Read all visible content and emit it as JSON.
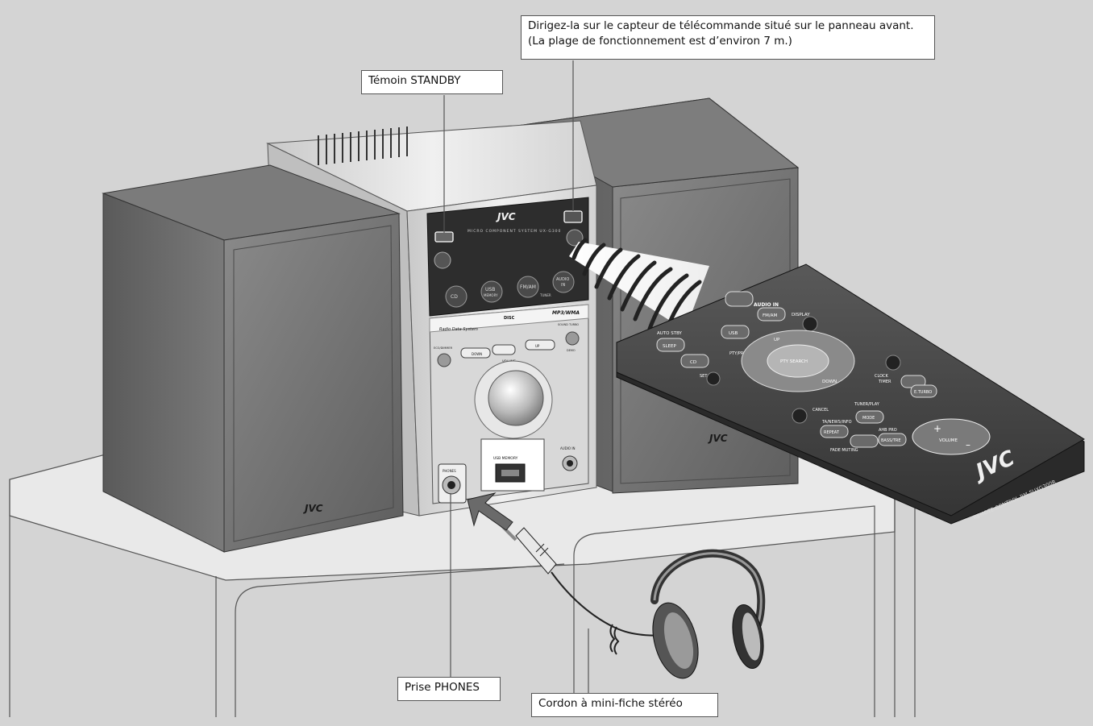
{
  "callouts": {
    "standby": "Témoin STANDBY",
    "remote_sensor": "Dirigez-la sur le capteur de télécommande situé sur le panneau avant. (La plage de fonctionnement est d’environ 7 m.)",
    "phones": "Prise PHONES",
    "cord": "Cordon à mini-fiche stéréo"
  },
  "unit": {
    "brand": "JVC",
    "model_line": "MICRO COMPONENT SYSTEM UX-G300",
    "buttons": {
      "cd": "CD",
      "usb": "USB",
      "usb_sub": "MEMORY",
      "fmam": "FM/AM",
      "audio_in": "AUDIO",
      "audio_in_sub": "IN",
      "tuner": "TUNER"
    },
    "labels": {
      "mp3": "MP3/WMA",
      "rds": "Radio Data System",
      "cd_logo": "DISC",
      "eco": "ECO/DIMMER",
      "sound_turbo": "SOUND TURBO",
      "demo": "DEMO",
      "down": "DOWN",
      "up": "UP",
      "volume": "VOLUME",
      "usb_memory": "USB MEMORY",
      "audio_in_jack": "AUDIO IN",
      "phones_jack": "PHONES"
    }
  },
  "speaker_brand": "JVC",
  "remote": {
    "brand": "JVC",
    "model": "REMOTE CONTROL RM-SUXG300R",
    "keys": {
      "audio_in": "AUDIO IN",
      "fmam": "FM/AM",
      "display": "DISPLAY",
      "auto_stby": "AUTO STBY",
      "sleep": "SLEEP",
      "usb": "USB",
      "cd": "CD",
      "pty": "PTY/PRESET/GROUP",
      "pty_search": "PTY SEARCH",
      "up": "UP",
      "down": "DOWN",
      "set": "SET",
      "clock": "CLOCK",
      "timer": "TIMER",
      "eturbo": "E.TURBO",
      "cancel": "CANCEL",
      "ta": "TA/NEWS/INFO",
      "tuner_play": "TUNER/PLAY",
      "repeat": "REPEAT",
      "mode": "MODE",
      "ahb": "AHB PRO",
      "bass": "BASS/TRE",
      "fade": "FADE MUTING",
      "volume": "VOLUME"
    }
  },
  "colors": {
    "speaker": "#6f6f6f",
    "unit_silver": "#e4e4e4",
    "panel": "#3a3a3a",
    "remote": "#4a4a4a"
  }
}
